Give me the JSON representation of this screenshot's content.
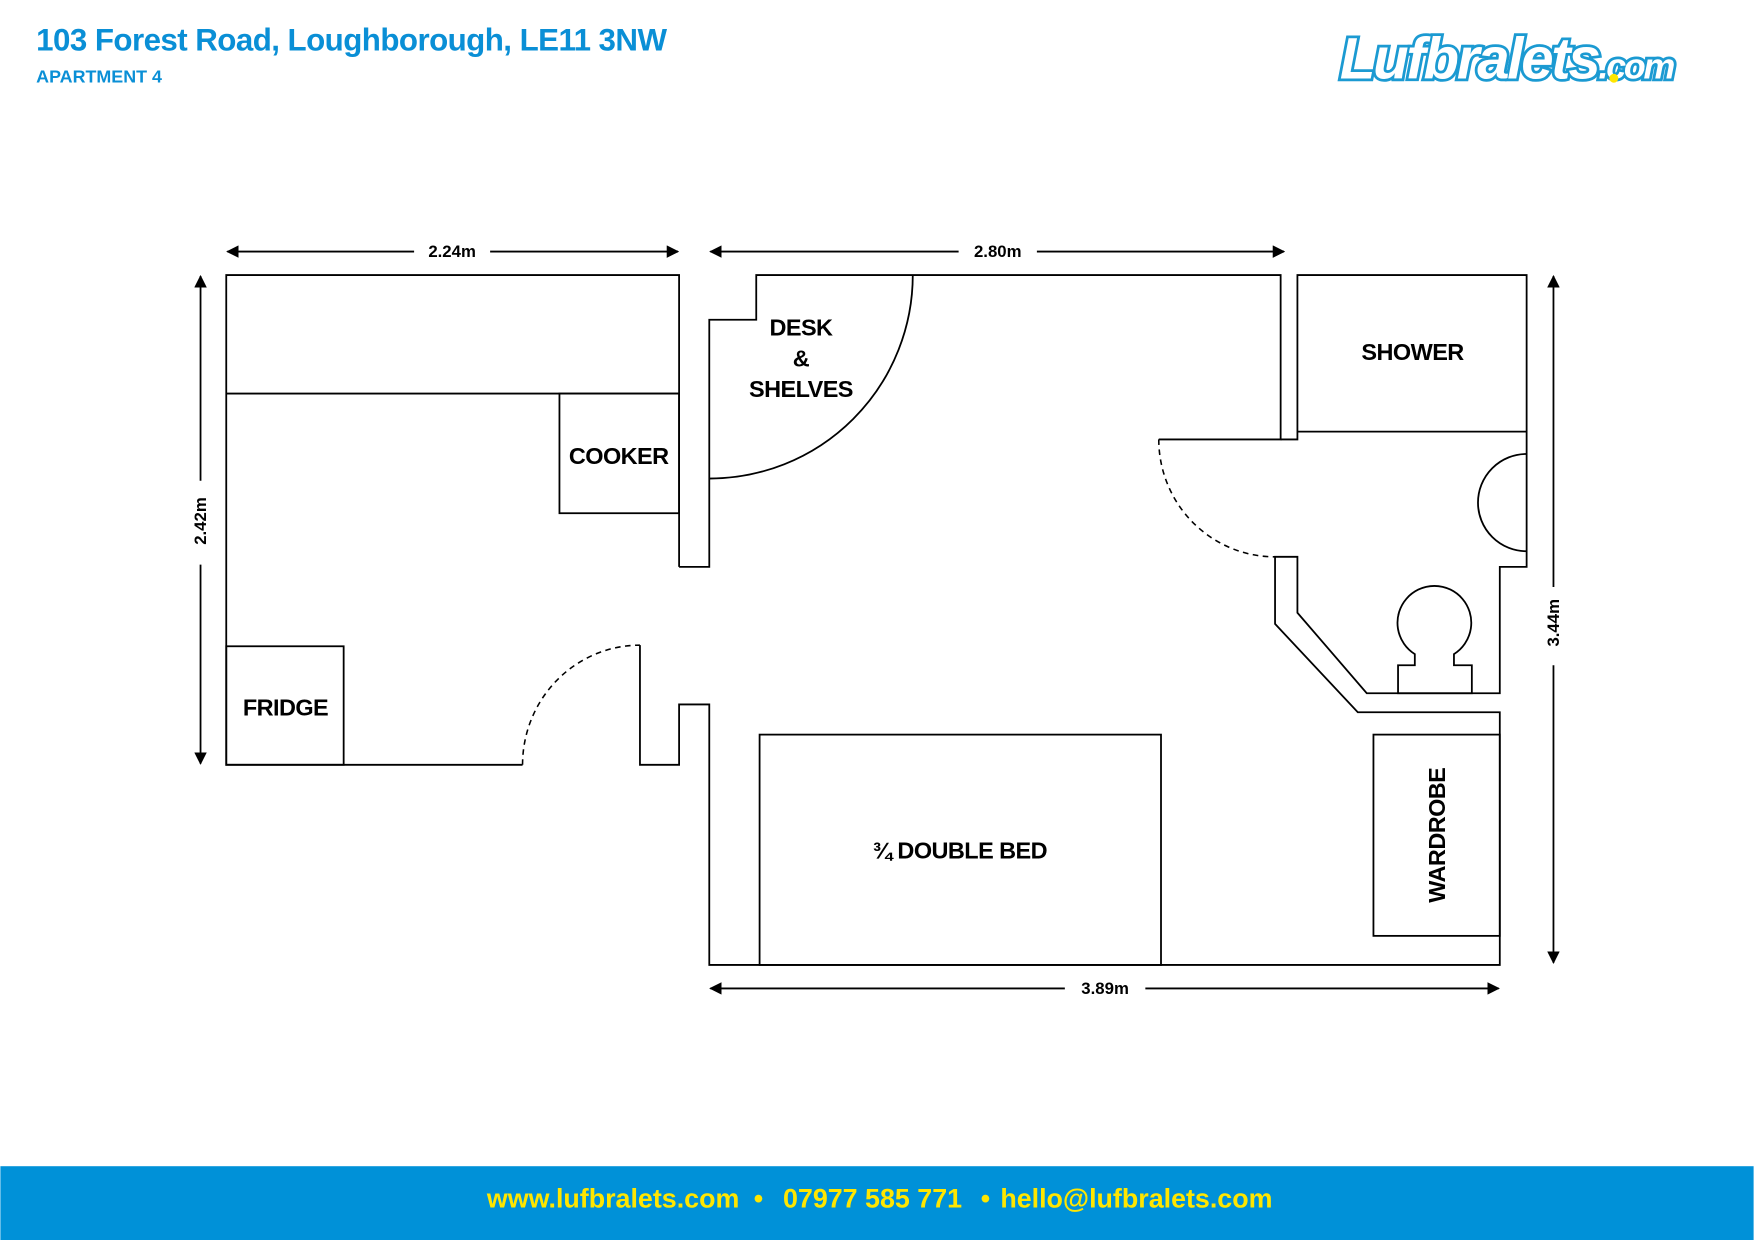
{
  "header": {
    "address": "103 Forest Road, Loughborough, LE11 3NW",
    "unit": "APARTMENT 4"
  },
  "logo": {
    "text": "Lufbralets",
    "suffix": ".com"
  },
  "rooms": {
    "desk": [
      "DESK",
      "&",
      "SHELVES"
    ],
    "cooker": "COOKER",
    "fridge": "FRIDGE",
    "shower": "SHOWER",
    "bed": "¾ DOUBLE BED",
    "wardrobe": "WARDROBE"
  },
  "dimensions": {
    "kitchen_width": "2.24m",
    "kitchen_depth": "2.42m",
    "bedroom_width": "2.80m",
    "bedroom_bottom": "3.89m",
    "bedroom_depth": "3.44m"
  },
  "footer": {
    "website": "www.lufbralets.com",
    "phone": "07977 585 771",
    "email": "hello@lufbralets.com",
    "separator": "•"
  },
  "colors": {
    "brand_blue": "#0a8fd6",
    "footer_bg": "#0091d8",
    "footer_text": "#ffe600"
  }
}
